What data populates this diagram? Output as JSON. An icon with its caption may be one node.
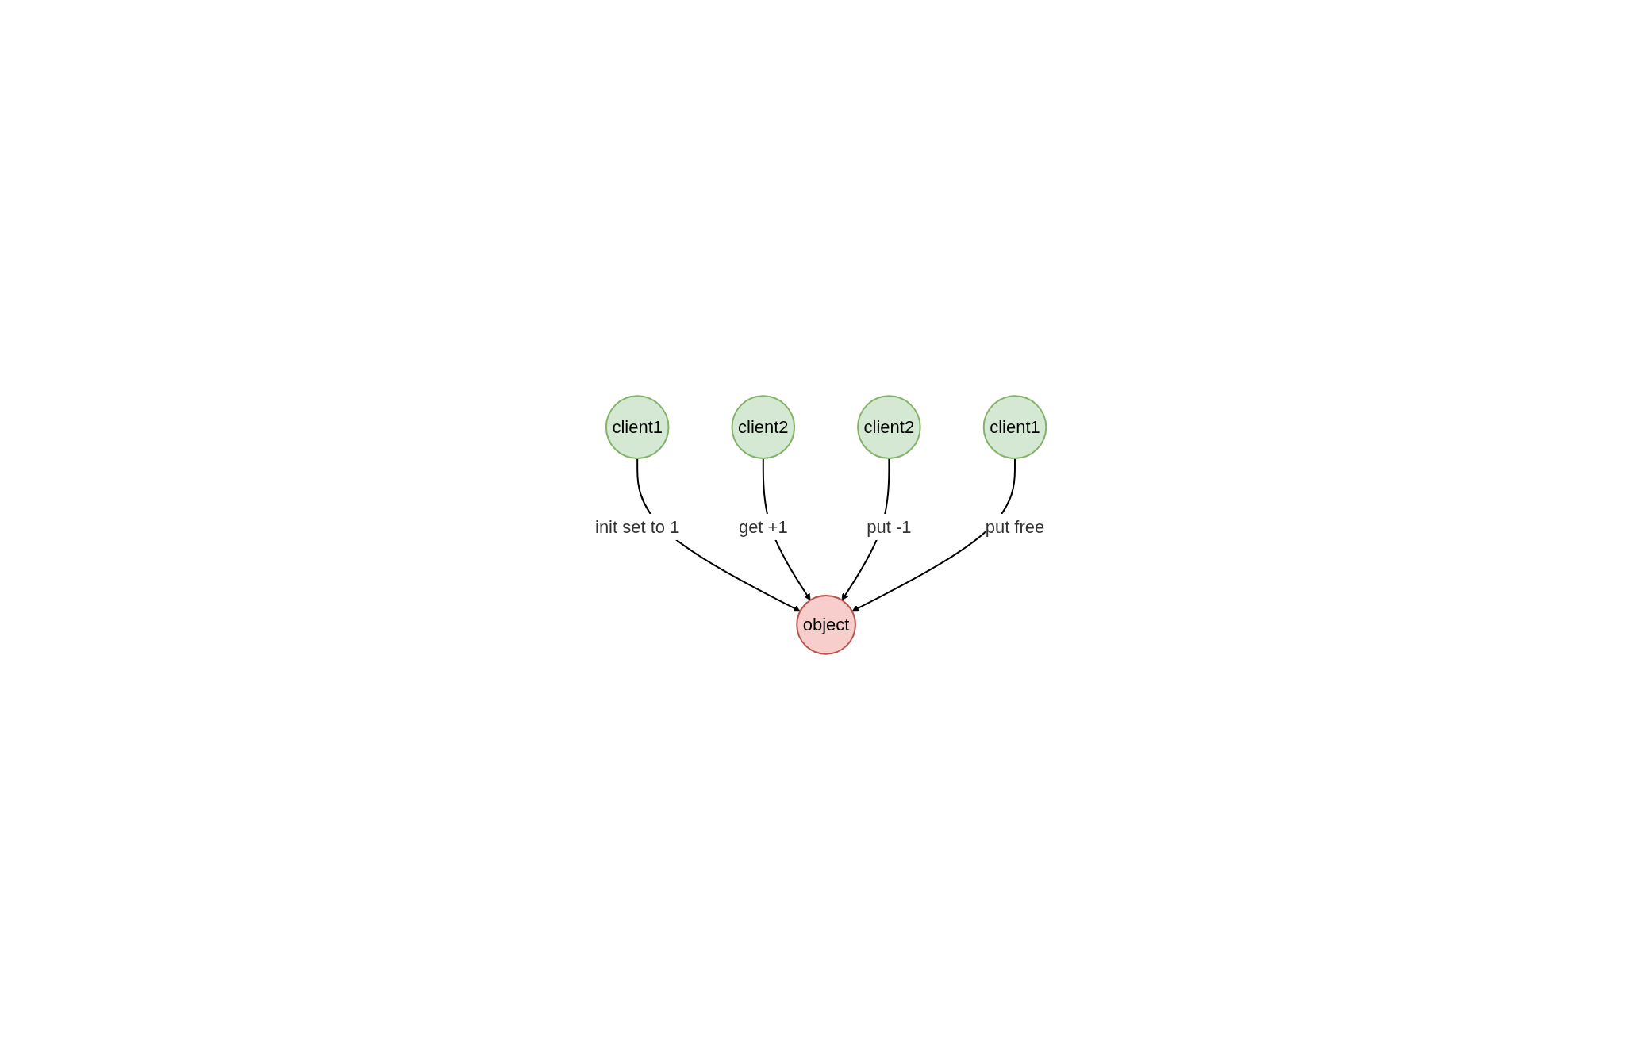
{
  "diagram": {
    "nodes": [
      {
        "text": [
          "client1"
        ]
      },
      {
        "text": [
          "client2"
        ]
      },
      {
        "text": [
          "object"
        ]
      },
      {
        "text": [
          "client2"
        ]
      },
      {
        "text": [
          "client1"
        ]
      }
    ],
    "edges": [
      {
        "from": 0,
        "to": 2,
        "arrow": "to",
        "label": "init set to 1"
      },
      {
        "from": 1,
        "to": 2,
        "arrow": "to",
        "label": "get +1"
      },
      {
        "from": 3,
        "to": 2,
        "arrow": "to",
        "label": "put -1"
      },
      {
        "from": 4,
        "to": 2,
        "arrow": "to",
        "label": "put free"
      }
    ]
  }
}
